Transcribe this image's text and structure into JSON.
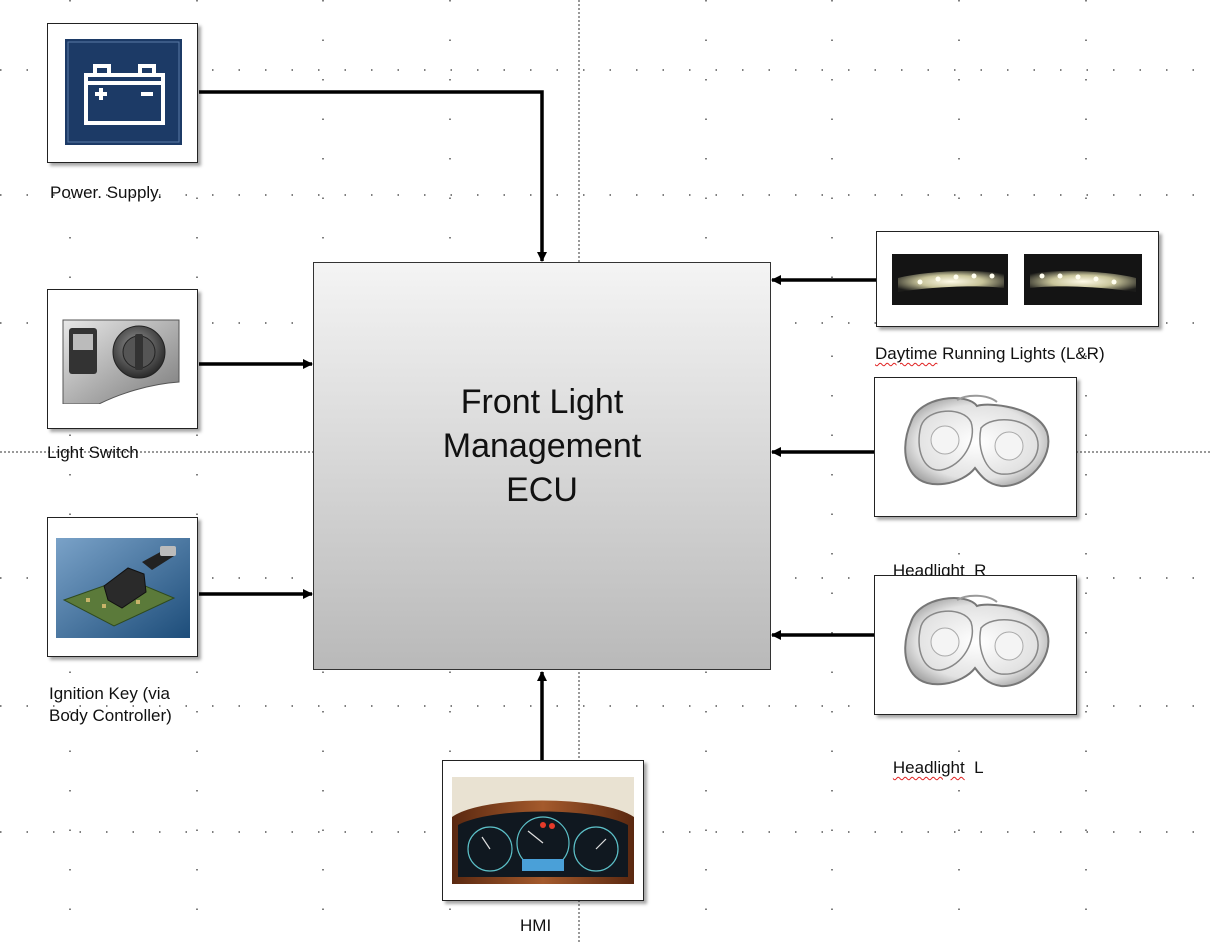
{
  "ecu": {
    "title_line1": "Front Light",
    "title_line2": "Management",
    "title_line3": "ECU"
  },
  "inputs": {
    "power_supply": {
      "label": "Power. Supply.",
      "icon": "battery-icon"
    },
    "light_switch": {
      "label": "Light Switch",
      "icon": "light-switch-image"
    },
    "ignition_key": {
      "label_line1": "Ignition Key (via",
      "label_line2": "Body Controller)",
      "icon": "ignition-key-image"
    },
    "hmi": {
      "label": "HMI",
      "icon": "instrument-cluster-image"
    }
  },
  "outputs": {
    "drl": {
      "label_word1": "Daytime",
      "label_rest": " Running Lights (L&R)",
      "icon": "daytime-running-lights-image"
    },
    "headlight_r": {
      "label_word": "Headlight",
      "label_rest": "  R",
      "icon": "headlight-image"
    },
    "headlight_l": {
      "label_word": "Headlight",
      "label_rest": "  L",
      "icon": "headlight-image"
    }
  },
  "colors": {
    "battery_bg": "#1c3a66",
    "ecu_top": "#f4f4f4",
    "ecu_bottom": "#b9b9b9",
    "arrow": "#000000",
    "grid": "#555555",
    "spellcheck": "#e02020"
  }
}
